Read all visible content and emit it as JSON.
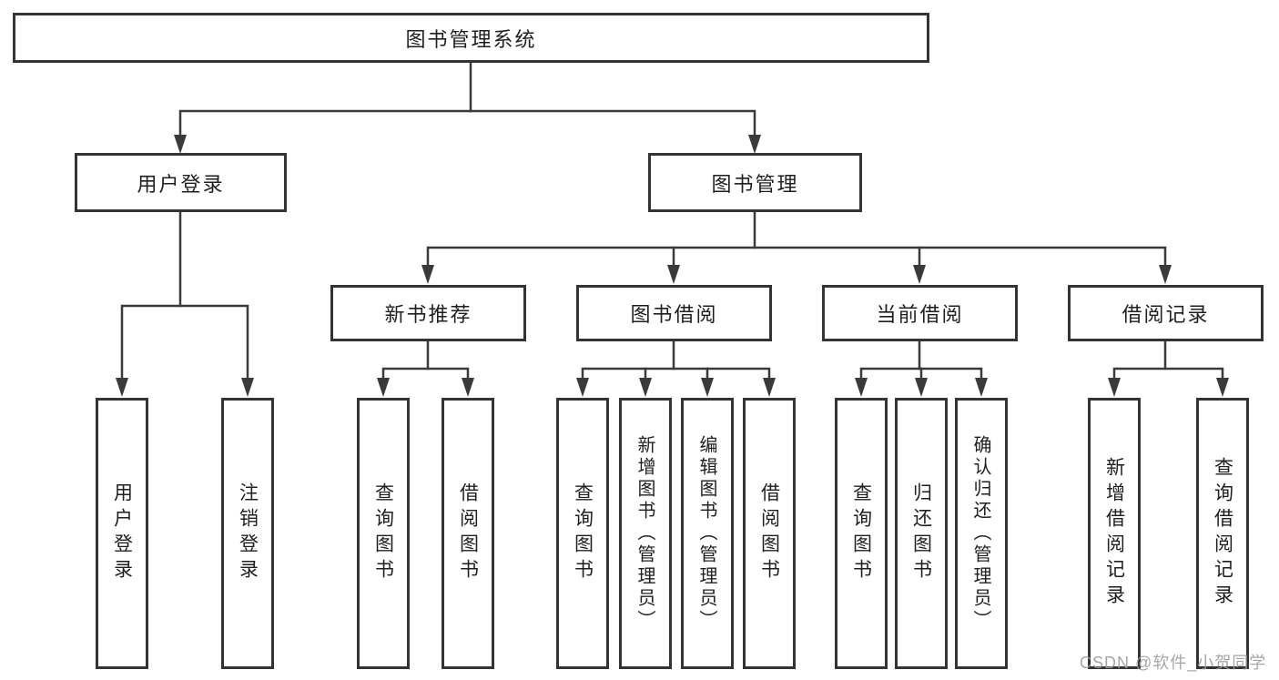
{
  "colors": {
    "line": "#3a3a3a",
    "box_border": "#333333",
    "box_fill": "#ffffff",
    "text": "#1f1f1f",
    "background": "#ffffff",
    "watermark": "#9e9e9e"
  },
  "diagram": {
    "root": {
      "label": "图书管理系统",
      "children": [
        {
          "label": "用户登录",
          "children": [
            {
              "label": "用户登录"
            },
            {
              "label": "注销登录"
            }
          ]
        },
        {
          "label": "图书管理",
          "children": [
            {
              "label": "新书推荐",
              "children": [
                {
                  "label": "查询图书"
                },
                {
                  "label": "借阅图书"
                }
              ]
            },
            {
              "label": "图书借阅",
              "children": [
                {
                  "label": "查询图书"
                },
                {
                  "label": "新增图书（管理员）"
                },
                {
                  "label": "编辑图书（管理员）"
                },
                {
                  "label": "借阅图书"
                }
              ]
            },
            {
              "label": "当前借阅",
              "children": [
                {
                  "label": "查询图书"
                },
                {
                  "label": "归还图书"
                },
                {
                  "label": "确认归还（管理员）"
                }
              ]
            },
            {
              "label": "借阅记录",
              "children": [
                {
                  "label": "新增借阅记录"
                },
                {
                  "label": "查询借阅记录"
                }
              ]
            }
          ]
        }
      ]
    }
  },
  "watermark": {
    "text": "CSDN @软件_小贺同学"
  }
}
